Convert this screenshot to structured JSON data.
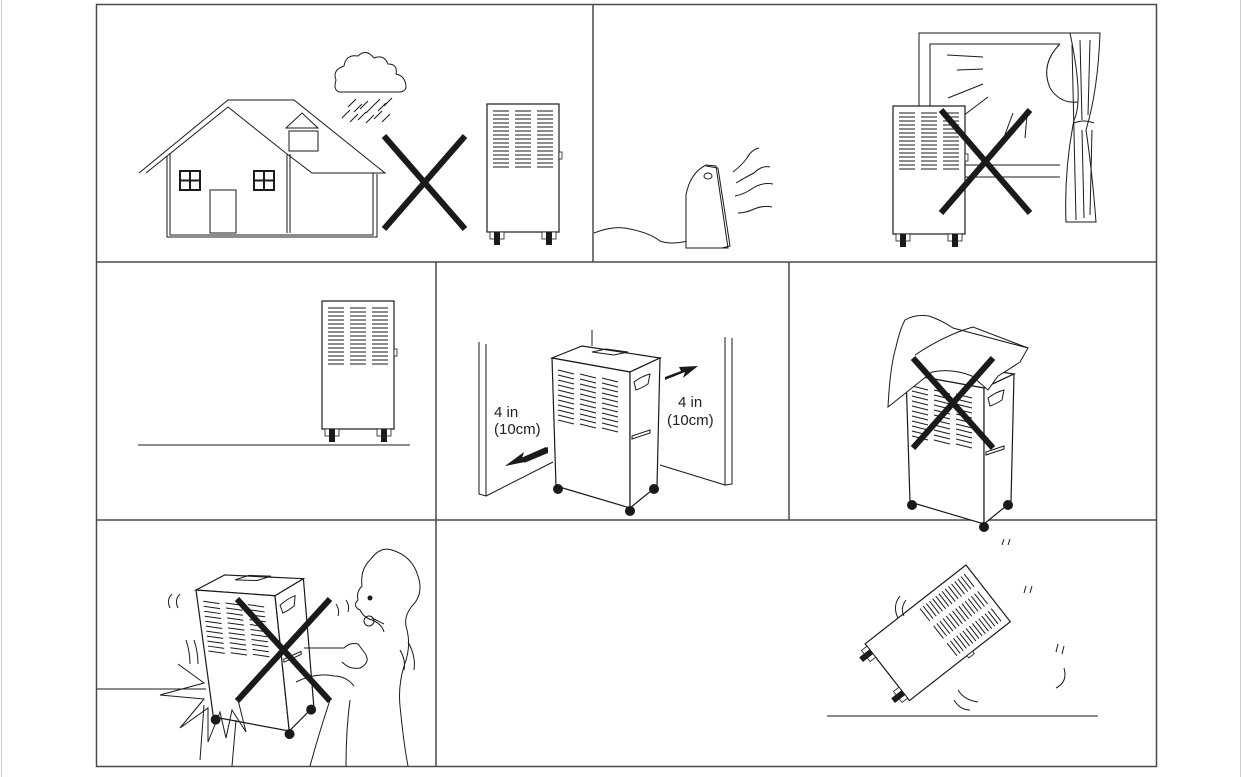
{
  "document": {
    "type": "installation-precautions-illustration",
    "panels": [
      {
        "id": "no-outdoor-rain",
        "description": "Do not place unit outdoors exposed to rain",
        "prohibited": true
      },
      {
        "id": "no-heat-sunlight",
        "description": "Keep away from heaters and direct sunlight",
        "prohibited": true
      },
      {
        "id": "level-floor",
        "description": "Place on level, flat floor",
        "prohibited": false
      },
      {
        "id": "clearance",
        "description": "Keep clearance from walls",
        "prohibited": false,
        "left_label": {
          "line1": "4 in",
          "line2": "(10cm)"
        },
        "right_label": {
          "line1": "4 in",
          "line2": "(10cm)"
        }
      },
      {
        "id": "no-cover",
        "description": "Do not cover the unit",
        "prohibited": true
      },
      {
        "id": "no-bumping",
        "description": "Do not bump or shake unit when moving",
        "prohibited": true
      },
      {
        "id": "no-tilt",
        "description": "Do not tilt or tip the unit over",
        "prohibited": true
      }
    ]
  },
  "colors": {
    "line": "#1a1a1a",
    "frame": "#4a4a4a",
    "cross": "#1a1a1a",
    "background": "#ffffff"
  }
}
